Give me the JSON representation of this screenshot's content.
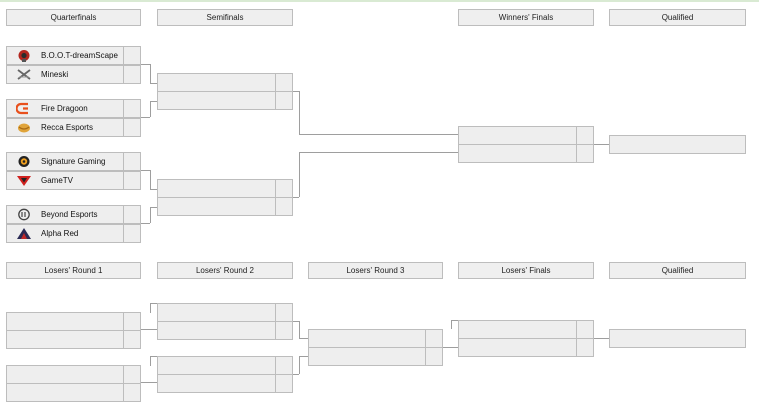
{
  "upper_bracket": {
    "headers": {
      "quarterfinals": "Quarterfinals",
      "semifinals": "Semifinals",
      "winners_finals": "Winners' Finals",
      "qualified": "Qualified"
    },
    "matches": [
      {
        "team1": "B.O.O.T-dreamScape",
        "team1_logo": "boot-dreamscape-logo-icon",
        "team2": "Mineski",
        "team2_logo": "mineski-logo-icon"
      },
      {
        "team1": "Fire Dragoon",
        "team1_logo": "fire-dragoon-logo-icon",
        "team2": "Recca Esports",
        "team2_logo": "recca-esports-logo-icon"
      },
      {
        "team1": "Signature Gaming",
        "team1_logo": "signature-gaming-logo-icon",
        "team2": "GameTV",
        "team2_logo": "gametv-logo-icon"
      },
      {
        "team1": "Beyond Esports",
        "team1_logo": "beyond-esports-logo-icon",
        "team2": "Alpha Red",
        "team2_logo": "alpha-red-logo-icon"
      }
    ]
  },
  "lower_bracket": {
    "headers": {
      "round1": "Losers' Round 1",
      "round2": "Losers' Round 2",
      "round3": "Losers' Round 3",
      "finals": "Losers' Finals",
      "qualified": "Qualified"
    }
  },
  "colors": {
    "slot": "#eeeeee",
    "border": "#bdbdbd",
    "header": "#efefef",
    "connector": "#9e9e9e"
  }
}
